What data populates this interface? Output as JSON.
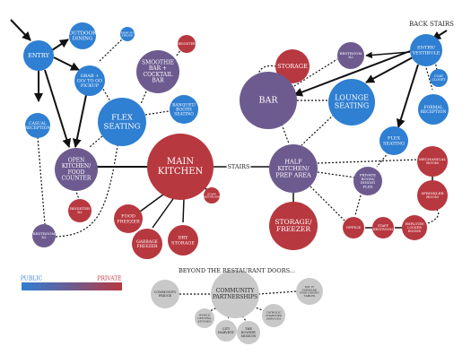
{
  "colors": {
    "public": "#2f7fd2",
    "mid": "#6d5b90",
    "private": "#b8383f",
    "community": "#c9c9c9",
    "line": "#111111",
    "text_light": "#ffffff",
    "text_dark": "#222222"
  },
  "legend": {
    "public_label": "PUBLIC",
    "private_label": "PRIVATE"
  },
  "community_heading": "BEYOND THE RESTAURANT DOORS...",
  "stairs_label": "STAIRS",
  "back_stairs_label": "BACK STAIRS",
  "nodes": [
    {
      "id": "entry",
      "label": [
        "ENTRY"
      ],
      "tone": "public"
    },
    {
      "id": "outdoor",
      "label": [
        "OUTDOOR",
        "DINING"
      ],
      "tone": "public"
    },
    {
      "id": "comm_fridge_top",
      "label": [
        "COMMUNITY",
        "FRIDGE"
      ],
      "tone": "public"
    },
    {
      "id": "grab",
      "label": [
        "GRAB +",
        "GO/ TO GO",
        "PICKUP"
      ],
      "tone": "public"
    },
    {
      "id": "casual",
      "label": [
        "CASUAL",
        "RECEPTION"
      ],
      "tone": "public"
    },
    {
      "id": "flex1",
      "label": [
        "FLEX",
        "SEATING"
      ],
      "tone": "public"
    },
    {
      "id": "banquet",
      "label": [
        "BANQUET/",
        "BOOTH",
        "SEATING"
      ],
      "tone": "public"
    },
    {
      "id": "smoothie",
      "label": [
        "SMOOTHIE",
        "BAR +",
        "COCKTAIL",
        "BAR"
      ],
      "tone": "mid"
    },
    {
      "id": "register1",
      "label": [
        "REGISTER"
      ],
      "tone": "private"
    },
    {
      "id": "open_kitchen",
      "label": [
        "OPEN",
        "KITCHEN/",
        "FOOD",
        "COUNTER"
      ],
      "tone": "mid"
    },
    {
      "id": "main_kitchen",
      "label": [
        "MAIN",
        "KITCHEN"
      ],
      "tone": "private"
    },
    {
      "id": "register2",
      "label": [
        "REGISTER",
        "X2"
      ],
      "tone": "private"
    },
    {
      "id": "restroom1",
      "label": [
        "RESTROOM",
        "X2"
      ],
      "tone": "mid"
    },
    {
      "id": "food_freezer",
      "label": [
        "FOOD",
        "FREEZER"
      ],
      "tone": "private"
    },
    {
      "id": "garbage",
      "label": [
        "GARBAGE",
        "FREEZER"
      ],
      "tone": "private"
    },
    {
      "id": "dry",
      "label": [
        "DRY",
        "STORAGE"
      ],
      "tone": "private"
    },
    {
      "id": "staff_rr1",
      "label": [
        "STAFF",
        "RESTROOM"
      ],
      "tone": "private"
    },
    {
      "id": "storage1",
      "label": [
        "STORAGE"
      ],
      "tone": "private"
    },
    {
      "id": "bar",
      "label": [
        "BAR"
      ],
      "tone": "mid"
    },
    {
      "id": "restroom2",
      "label": [
        "RESTROOM",
        "X2"
      ],
      "tone": "mid"
    },
    {
      "id": "lounge",
      "label": [
        "LOUNGE",
        "SEATING"
      ],
      "tone": "public"
    },
    {
      "id": "entry2",
      "label": [
        "ENTRY/",
        "VESTIBULE"
      ],
      "tone": "public"
    },
    {
      "id": "coat",
      "label": [
        "COAT",
        "CLOSET"
      ],
      "tone": "public"
    },
    {
      "id": "formal",
      "label": [
        "FORMAL",
        "RECEPTION"
      ],
      "tone": "public"
    },
    {
      "id": "flex2",
      "label": [
        "FLEX",
        "SEATING"
      ],
      "tone": "public"
    },
    {
      "id": "half_kitchen",
      "label": [
        "HALF",
        "KITCHEN/",
        "PREP AREA"
      ],
      "tone": "mid"
    },
    {
      "id": "private_room",
      "label": [
        "PRIVATE",
        "ROOM/",
        "DINING",
        "FLEX"
      ],
      "tone": "mid"
    },
    {
      "id": "mech",
      "label": [
        "MECHANICAL",
        "ROOM"
      ],
      "tone": "private"
    },
    {
      "id": "sprinkler",
      "label": [
        "SPRINKLER",
        "ROOM"
      ],
      "tone": "private"
    },
    {
      "id": "storage2",
      "label": [
        "STORAGE/",
        "FREEZER"
      ],
      "tone": "private"
    },
    {
      "id": "office",
      "label": [
        "OFFICE"
      ],
      "tone": "private"
    },
    {
      "id": "staff_rr2",
      "label": [
        "STAFF",
        "RESTROOM"
      ],
      "tone": "private"
    },
    {
      "id": "lockers",
      "label": [
        "EMPLOYEE",
        "LOCKER",
        "ROOMS"
      ],
      "tone": "private"
    },
    {
      "id": "comm_partners",
      "label": [
        "COMMUNITY",
        "PARTNERSHIPS"
      ],
      "tone": "community"
    },
    {
      "id": "comm_fridge",
      "label": [
        "COMMUNITY",
        "FRIDGE"
      ],
      "tone": "community"
    },
    {
      "id": "pay_it",
      "label": [
        "PAY IT",
        "FORWARD",
        "FINE DINING",
        "TABLES"
      ],
      "tone": "community"
    },
    {
      "id": "wck",
      "label": [
        "WORLD",
        "CENTRAL",
        "KITCHEN"
      ],
      "tone": "community"
    },
    {
      "id": "city_harvest",
      "label": [
        "CITY",
        "HARVEST"
      ],
      "tone": "community"
    },
    {
      "id": "bowery",
      "label": [
        "THE",
        "BOWERY",
        "MISSION"
      ],
      "tone": "community"
    },
    {
      "id": "catholic",
      "label": [
        "CATHOLIC",
        "CHARITIES",
        "SERVICES"
      ],
      "tone": "community"
    }
  ]
}
